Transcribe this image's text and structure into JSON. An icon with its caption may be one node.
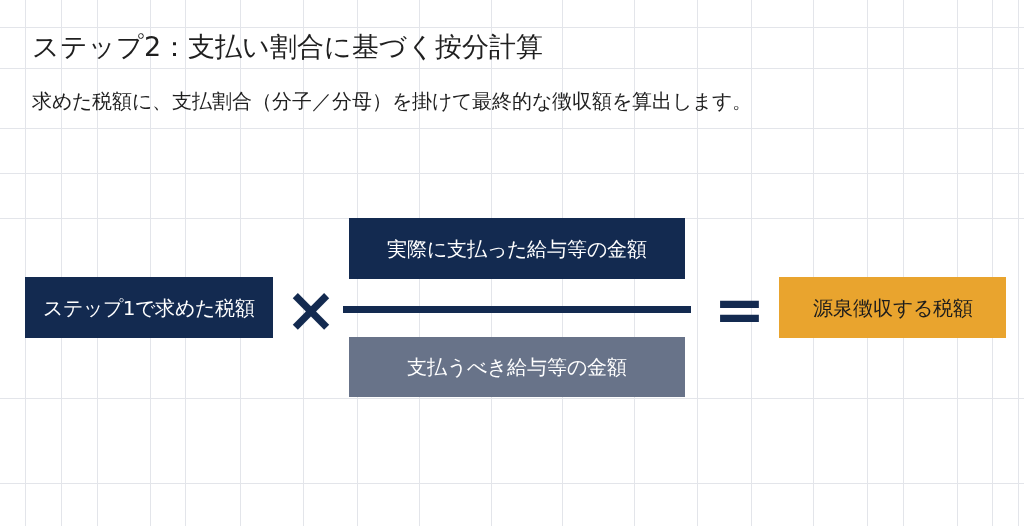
{
  "diagram": {
    "title": "ステップ2：支払い割合に基づく按分計算",
    "nodes": [
      {
        "text": [
          "ステップ1で求めた税額"
        ]
      },
      {
        "text": [
          "実際に支払った給与等の金額"
        ]
      },
      {
        "text": [
          "支払うべき給与等の金額"
        ]
      },
      {
        "text": [
          "源泉徴収する税額"
        ]
      }
    ],
    "labels": [
      "求めた税額に、支払割合（分子／分母）を掛けて最終的な徴収額を算出します。",
      "×",
      "="
    ]
  }
}
